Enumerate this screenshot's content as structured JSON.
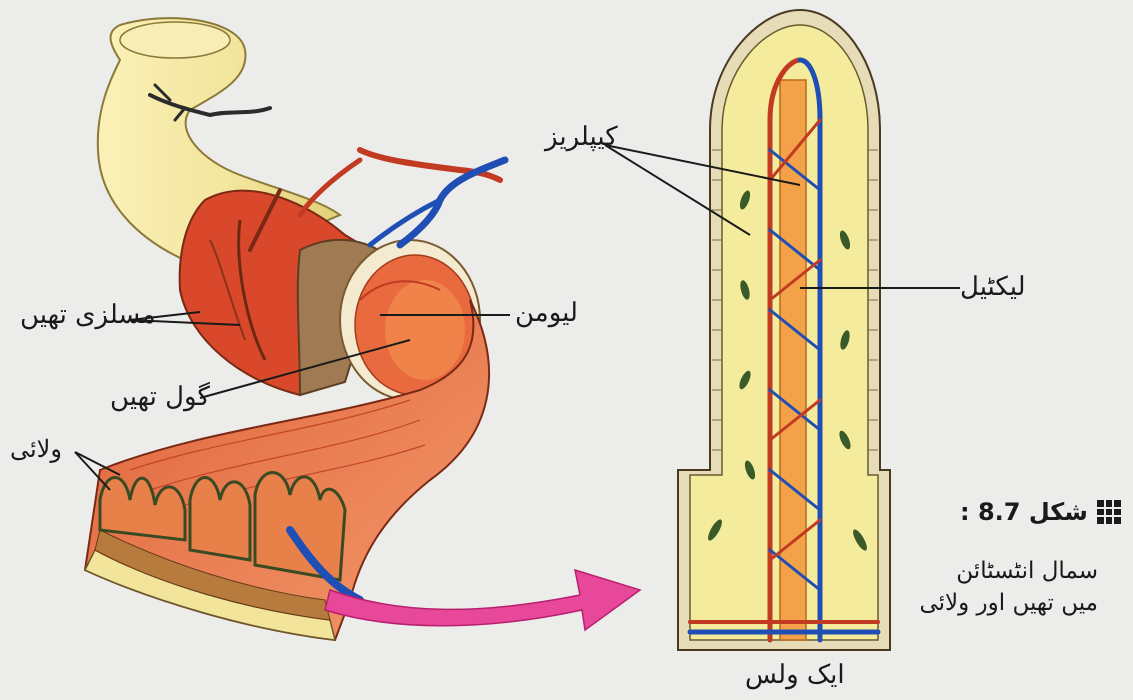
{
  "labels": {
    "longitudinal_muscle": "مسلزی تھیں",
    "lumen": "لیومن",
    "circular_muscle": "گول تھیں",
    "villi": "ولائی",
    "capillaries": "کیپلریز",
    "lacteal": "لیکٹیل",
    "a_villus": "ایک ولس"
  },
  "caption": {
    "number": "شکل 8.7 :",
    "text": "سمال انٹسٹائن میں تھیں اور ولائی"
  },
  "colors": {
    "intestine_outer": "#f2e49a",
    "muscle_red": "#d9482b",
    "lumen_orange": "#f08a4e",
    "vein_blue": "#1f4fb5",
    "artery_red": "#c23a22",
    "lacteal_orange": "#f3a24a",
    "arrow_pink": "#e8489a",
    "villus_fill": "#f4ec9c"
  }
}
